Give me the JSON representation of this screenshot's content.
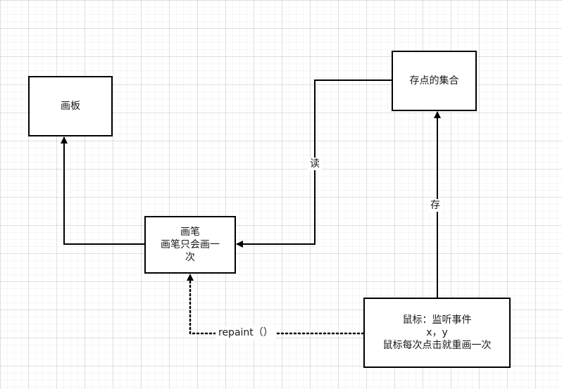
{
  "nodes": {
    "board": {
      "label": "画板"
    },
    "point_set": {
      "label": "存点的集合"
    },
    "pen": {
      "lines": [
        "画笔",
        "画笔只会画一",
        "次"
      ]
    },
    "mouse": {
      "lines": [
        "鼠标：监听事件",
        "x，y",
        "鼠标每次点击就重画一次"
      ]
    }
  },
  "edges": {
    "read": {
      "label": "读"
    },
    "store": {
      "label": "存"
    },
    "repaint": {
      "label": "repaint（）"
    }
  },
  "colors": {
    "stroke": "#000000",
    "background": "#ffffff",
    "grid": "#e6e6e6"
  }
}
